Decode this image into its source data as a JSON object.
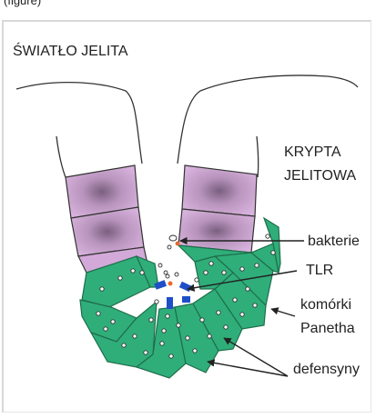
{
  "top_caption": "(figure)",
  "title": "ŚWIATŁO JELITA",
  "labels": {
    "crypt_line1": "KRYPTA",
    "crypt_line2": "JELITOWA",
    "bacteria": "bakterie",
    "tlr": "TLR",
    "paneth_line1": "komórki",
    "paneth_line2": "Panetha",
    "defensins": "defensyny"
  },
  "colors": {
    "paneth_cell": "#2fae7a",
    "paneth_outline": "#1f6e4a",
    "crypt_cell": "#d2a9d8",
    "crypt_cell_center": "#8f6e8f",
    "tlr_blue": "#1e4fc8",
    "bacteria_orange": "#e86a2a",
    "outline": "#333333"
  }
}
